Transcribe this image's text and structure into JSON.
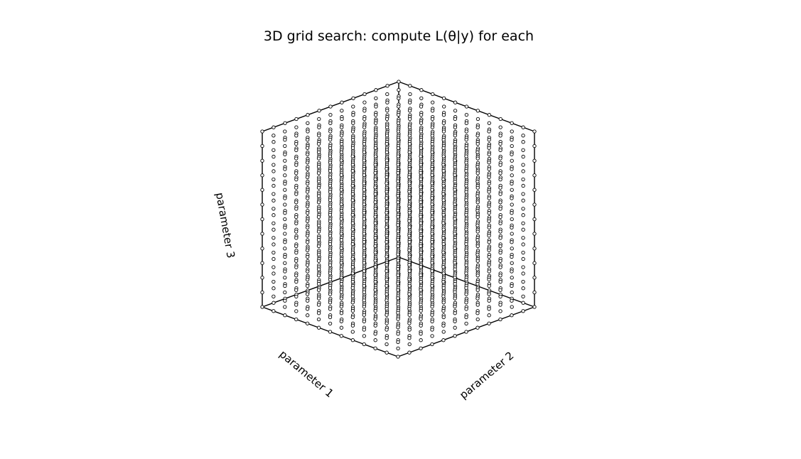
{
  "chart_data": {
    "type": "scatter",
    "projection": "isometric",
    "title": "3D grid search: compute L(θ|y) for each",
    "axes": {
      "x": {
        "label": "parameter 1",
        "range": [
          0,
          1
        ]
      },
      "y": {
        "label": "parameter 2",
        "range": [
          0,
          1
        ]
      },
      "z": {
        "label": "parameter 3",
        "range": [
          0,
          1
        ]
      }
    },
    "grid": {
      "levels": [
        0,
        0.083,
        0.167,
        0.25,
        0.333,
        0.417,
        0.5,
        0.583,
        0.667,
        0.75,
        0.833,
        0.917,
        1
      ],
      "points_per_axis": 13,
      "description_shown": "every combination of parameter 1 × parameter 2 × parameter 3 levels"
    },
    "marker": "open-circle",
    "box": false,
    "colors": {
      "points": "#000000",
      "background": "#ffffff",
      "edges": "#000000"
    }
  }
}
